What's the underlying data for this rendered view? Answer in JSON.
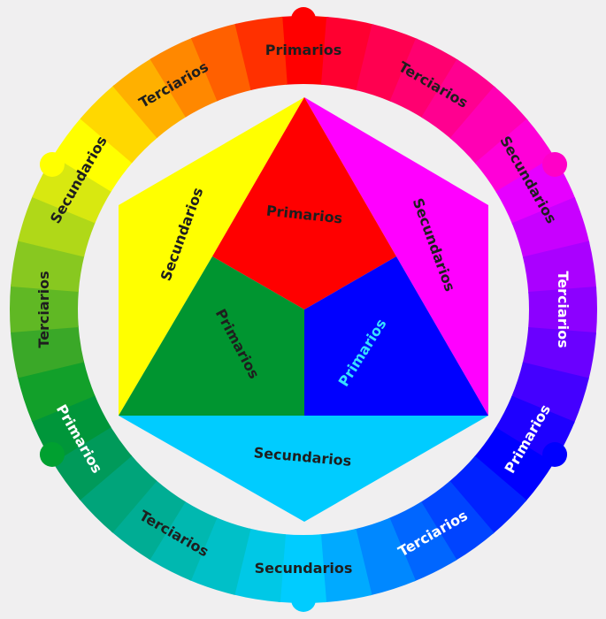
{
  "background": "#f0eff0",
  "ring": {
    "segments": [
      "#ff0000",
      "#ff0030",
      "#ff0050",
      "#ff0070",
      "#ff0090",
      "#ff00b4",
      "#ff00d8",
      "#e600ff",
      "#c800ff",
      "#aa00ff",
      "#8c00ff",
      "#6a00ff",
      "#4400ff",
      "#1e00ff",
      "#0000ff",
      "#0022ff",
      "#0044ff",
      "#0066ff",
      "#0088ff",
      "#00aaff",
      "#00ccff",
      "#00c8e6",
      "#00c0c8",
      "#00b8b0",
      "#00ad94",
      "#00a47a",
      "#009a5a",
      "#00963a",
      "#12a02a",
      "#3aa828",
      "#60b824",
      "#88c820",
      "#b0d818",
      "#d8e810",
      "#ffff00",
      "#ffd800",
      "#ffb000",
      "#ff8800",
      "#ff6000",
      "#ff3000"
    ],
    "ring_labels": [
      {
        "text": "Primarios",
        "color": "#1e1e1e"
      },
      {
        "text": "Terciarios",
        "color": "#1e1e1e"
      },
      {
        "text": "Secundarios",
        "color": "#1e1e1e"
      },
      {
        "text": "Terciarios",
        "color": "#ffffff"
      },
      {
        "text": "Primarios",
        "color": "#ffffff"
      },
      {
        "text": "Terciarios",
        "color": "#ffffff"
      },
      {
        "text": "Secundarios",
        "color": "#1e1e1e"
      },
      {
        "text": "Terciarios",
        "color": "#1e1e1e"
      },
      {
        "text": "Primarios",
        "color": "#ffffff"
      },
      {
        "text": "Terciarios",
        "color": "#1e1e1e"
      },
      {
        "text": "Secundarios",
        "color": "#1e1e1e"
      },
      {
        "text": "Terciarios",
        "color": "#1e1e1e"
      }
    ]
  },
  "dots": [
    "#ff0000",
    "#ff00c8",
    "#0000ff",
    "#00ccff",
    "#00a030",
    "#ffff00"
  ],
  "hexagon": {
    "primarios_red": {
      "text": "Primarios",
      "color": "#ff0000",
      "text_color": "#1e1e1e"
    },
    "primarios_blue": {
      "text": "Primarios",
      "color": "#0000ff",
      "text_color": "#36e0ff"
    },
    "primarios_green": {
      "text": "Primarios",
      "color": "#009530",
      "text_color": "#1e1e1e"
    },
    "secundarios_yellow": {
      "text": "Secundarios",
      "color": "#ffff00",
      "text_color": "#1e1e1e"
    },
    "secundarios_magenta": {
      "text": "Secundarios",
      "color": "#ff00ff",
      "text_color": "#1e1e1e"
    },
    "secundarios_cyan": {
      "text": "Secundarios",
      "color": "#00ccff",
      "text_color": "#1e1e1e"
    }
  }
}
